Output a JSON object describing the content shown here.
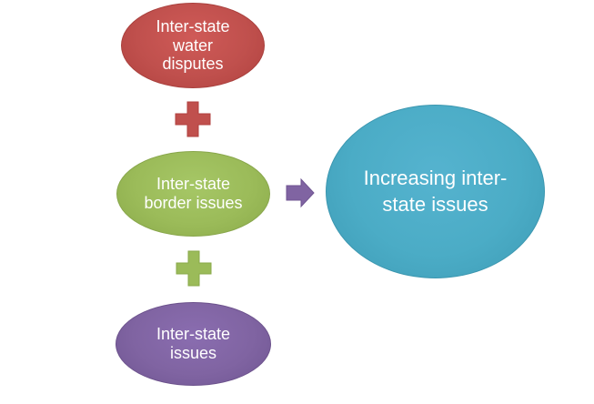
{
  "diagram": {
    "nodes": [
      {
        "id": "water",
        "label": "Inter-state\nwater\ndisputes",
        "color": "#c0504d"
      },
      {
        "id": "border",
        "label": "Inter-state\nborder issues",
        "color": "#9bbb59"
      },
      {
        "id": "issues",
        "label": "Inter-state\nissues",
        "color": "#8064a2"
      },
      {
        "id": "result",
        "label": "Increasing inter-\nstate  issues",
        "color": "#4bacc6"
      }
    ],
    "connectors": [
      {
        "type": "plus",
        "color": "#c0504d"
      },
      {
        "type": "plus",
        "color": "#9bbb59"
      },
      {
        "type": "arrow-right",
        "color": "#8064a2"
      }
    ]
  }
}
